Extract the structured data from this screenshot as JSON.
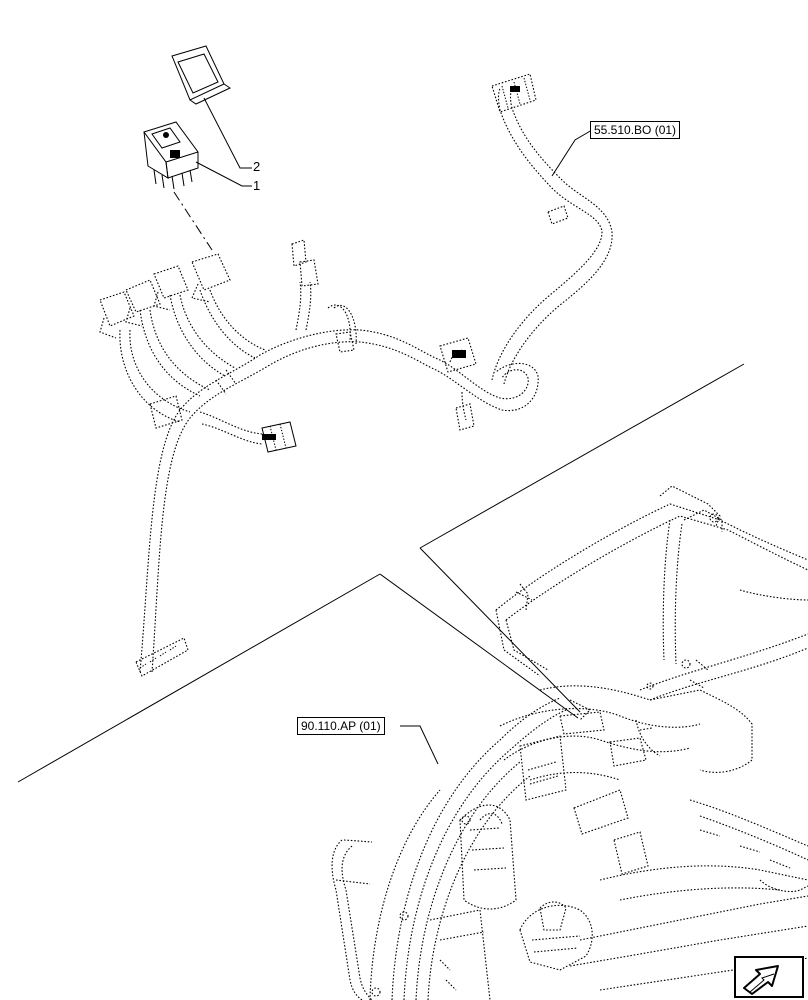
{
  "references": {
    "harness_ref": "55.510.BO (01)",
    "cab_ref": "90.110.AP (01)"
  },
  "callouts": {
    "item_1": "1",
    "item_2": "2"
  },
  "icons": {
    "navigation": "previous-page-arrow-icon"
  }
}
